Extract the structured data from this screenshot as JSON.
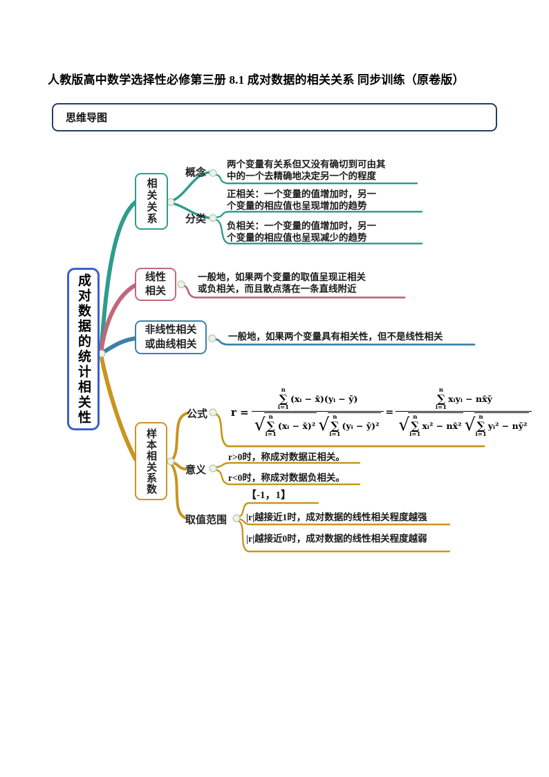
{
  "header": {
    "title": "人教版高中数学选择性必修第三册 8.1 成对数据的相关关系 同步训练（原卷版）"
  },
  "section": {
    "label": "思维导图"
  },
  "mindmap": {
    "colors": {
      "teal": "#2f9c8d",
      "rose": "#c1687a",
      "blue": "#3f80a8",
      "gold": "#c8951f",
      "root_border": "#3b5fd0"
    },
    "root": {
      "label": "成对数据的统计相关性"
    },
    "branches": {
      "correlation": {
        "label": "相关关系",
        "children": {
          "concept": {
            "label": "概念",
            "lines": [
              "两个变量有关系但又没有确切到可由其",
              "中的一个去精确地决定另一个的程度"
            ]
          },
          "classification": {
            "label": "分类",
            "positive": {
              "lines": [
                "正相关：一个变量的值增加时，另一",
                "个变量的相应值也呈现增加的趋势"
              ]
            },
            "negative": {
              "lines": [
                "负相关：一个变量的值增加时，另一",
                "个变量的相应值也呈现减少的趋势"
              ]
            }
          }
        }
      },
      "linear": {
        "label_lines": [
          "线性",
          "相关"
        ],
        "desc_lines": [
          "一般地，如果两个变量的取值呈现正相关",
          "或负相关，而且散点落在一条直线附近"
        ]
      },
      "nonlinear": {
        "label_lines": [
          "非线性相关",
          "或曲线相关"
        ],
        "desc": "一般地，如果两个变量具有相关性，但不是线性相关"
      },
      "sample_r": {
        "label": "样本相关系数",
        "formula_label": "公式",
        "meaning_label": "意义",
        "range_label": "取值范围",
        "meaning_pos": "r>0时，称成对数据正相关。",
        "meaning_neg": "r<0时，称成对数据负相关。",
        "range_interval": "【-1，1】",
        "range_strong": "|r|越接近1时，成对数据的线性相关程度越强",
        "range_weak": "|r|越接近0时，成对数据的线性相关程度越弱",
        "formula": {
          "lhs": "r =",
          "eq": "=",
          "sigma": "∑",
          "sum_top": "n",
          "sum_bottom": "i=1",
          "sqrt_sign": "√",
          "num1": "(xᵢ − x̄)(yᵢ − ȳ)",
          "den1a": "(xᵢ − x̄)²",
          "den1b": "(yᵢ − ȳ)²",
          "num2": "xᵢyᵢ − nx̄ȳ",
          "den2a": "xᵢ² − nx̄²",
          "den2b": "yᵢ² − nȳ²"
        }
      }
    }
  }
}
